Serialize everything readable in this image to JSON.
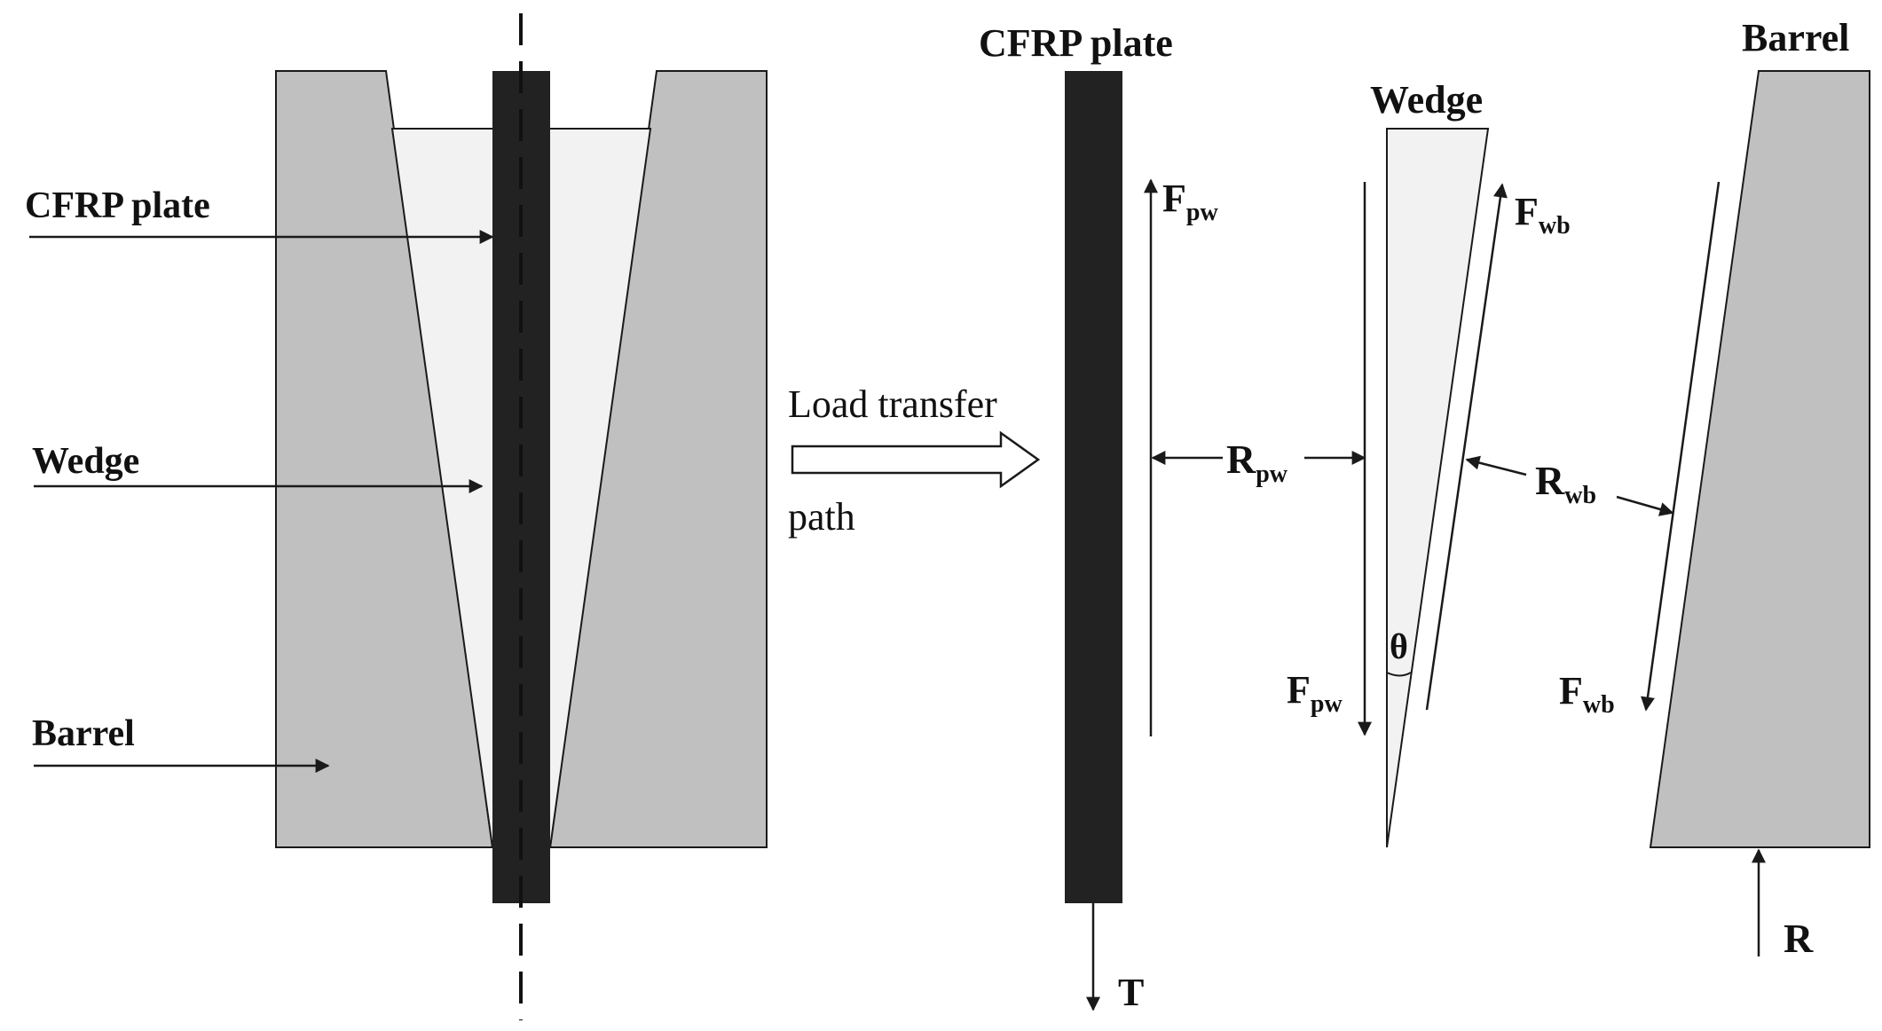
{
  "labels": {
    "left_cfrp": "CFRP plate",
    "left_wedge": "Wedge",
    "left_barrel": "Barrel",
    "load_transfer_line1": "Load transfer",
    "load_transfer_line2": "path",
    "right_cfrp": "CFRP plate",
    "right_wedge": "Wedge",
    "right_barrel": "Barrel"
  },
  "forces": {
    "fpw_plate": {
      "main": "F",
      "sub": "pw"
    },
    "rpw": {
      "main": "R",
      "sub": "pw"
    },
    "t": {
      "main": "T",
      "sub": ""
    },
    "fwb_wedge": {
      "main": "F",
      "sub": "wb"
    },
    "fpw_wedge": {
      "main": "F",
      "sub": "pw"
    },
    "rwb": {
      "main": "R",
      "sub": "wb"
    },
    "fwb_barrel": {
      "main": "F",
      "sub": "wb"
    },
    "r": {
      "main": "R",
      "sub": ""
    },
    "theta": {
      "main": "θ",
      "sub": ""
    }
  },
  "colors": {
    "barrel": "#c0c0c0",
    "wedge": "#f2f2f2",
    "plate": "#222222",
    "line": "#1a1a1a"
  }
}
